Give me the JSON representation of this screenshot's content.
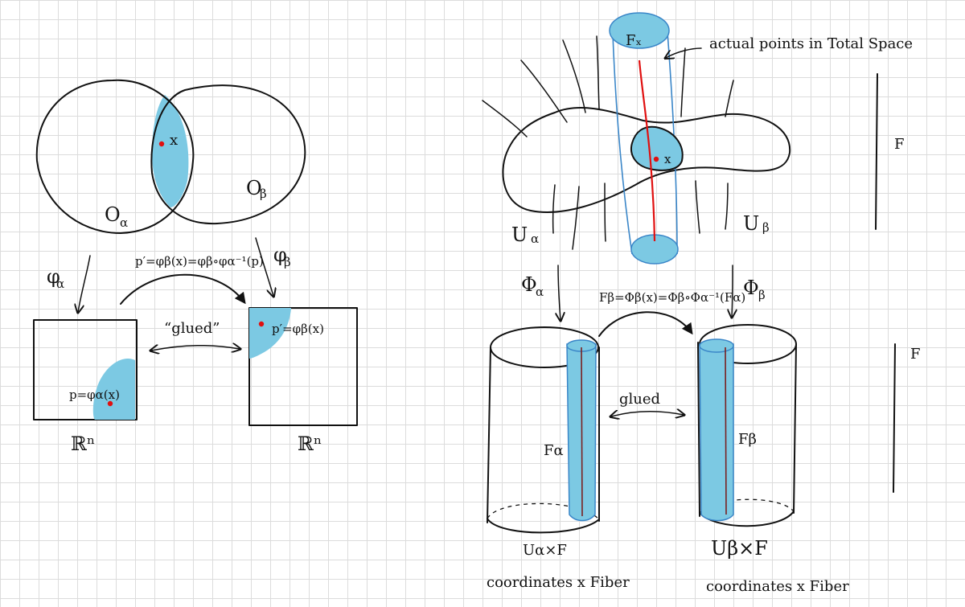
{
  "left": {
    "set_alpha": "O",
    "set_alpha_sub": "α",
    "set_beta": "O",
    "set_beta_sub": "β",
    "point_x": "x",
    "map_alpha": "φ",
    "map_alpha_sub": "α",
    "map_beta": "φ",
    "map_beta_sub": "β",
    "transition": "p′=φβ(x)=φβ∘φα⁻¹(p)",
    "glued": "“glued”",
    "p_label": "p=φα(x)",
    "p_prime_label": "p′=φβ(x)",
    "space_left": "ℝⁿ",
    "space_right": "ℝⁿ"
  },
  "right": {
    "fiber_top": "Fₓ",
    "annotation": "actual points in Total Space",
    "point_x": "x",
    "set_alpha": "U",
    "set_alpha_sub": "α",
    "set_beta": "U",
    "set_beta_sub": "β",
    "fiber_bar_top": "F",
    "fiber_bar_bottom": "F",
    "map_alpha": "Φ",
    "map_alpha_sub": "α",
    "map_beta": "Φ",
    "map_beta_sub": "β",
    "transition": "Fβ=Φβ(x)=Φβ∘Φα⁻¹(Fα)",
    "glued": "glued",
    "fiber_alpha": "Fα",
    "fiber_beta": "Fβ",
    "product_alpha": "Uα×F",
    "product_beta": "Uβ×F",
    "caption_alpha": "coordinates x Fiber",
    "caption_beta": "coordinates x Fiber"
  },
  "colors": {
    "ink": "#111111",
    "fill": "#7cc9e3",
    "point": "#e01010",
    "grid": "#dcdcdc"
  }
}
